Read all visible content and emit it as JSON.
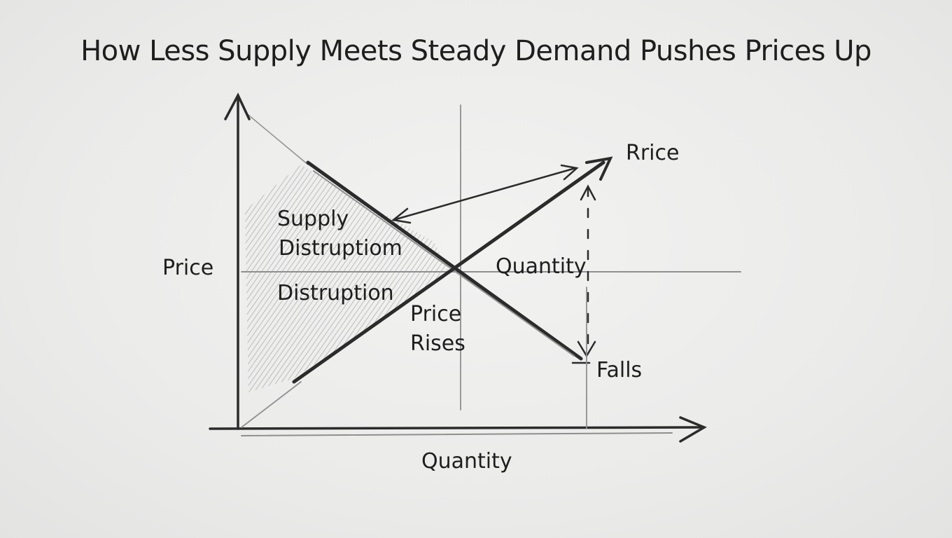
{
  "title": "How Less Supply Meets Steady Demand Pushes Prices Up",
  "labels": {
    "y_axis": "Price",
    "x_axis": "Quantity",
    "supply_disruption_line1": "Supply",
    "supply_disruption_line2": "Distruptiom",
    "distruption": "Distruption",
    "price_rises_line1": "Price",
    "price_rises_line2": "Rises",
    "quantity_mid": "Quantity",
    "rrice": "Rrice",
    "falls": "Falls"
  },
  "colors": {
    "paper": "#ebebea",
    "pencil": "#2b2b2b",
    "shading": "#7a7a7a"
  }
}
